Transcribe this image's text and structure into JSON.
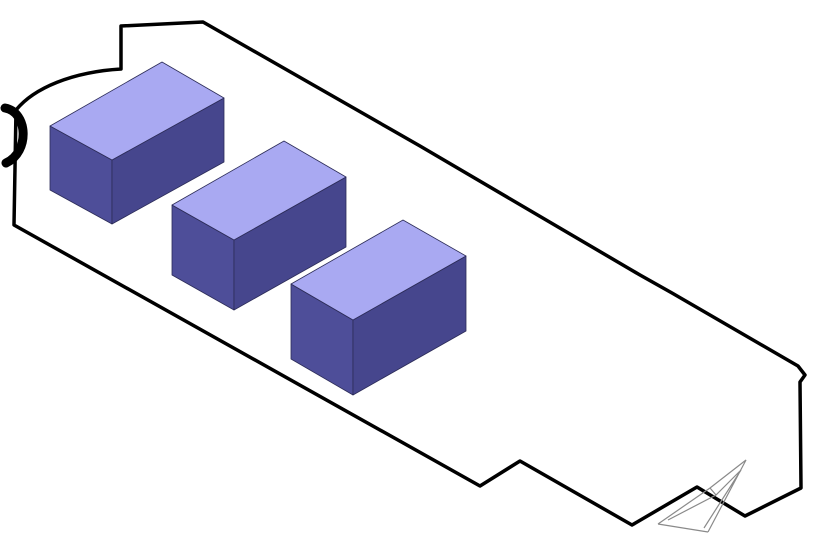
{
  "colors": {
    "background": "#ffffff",
    "outline": "#000000",
    "box_top": "#a9a9f2",
    "box_left": "#4e4e99",
    "box_right": "#46468d",
    "stern_frame": "#8a8a8a"
  },
  "components": [
    {
      "id": "block-1",
      "shape": "rectangular-box"
    },
    {
      "id": "block-2",
      "shape": "rectangular-box"
    },
    {
      "id": "block-3",
      "shape": "rectangular-box"
    }
  ]
}
